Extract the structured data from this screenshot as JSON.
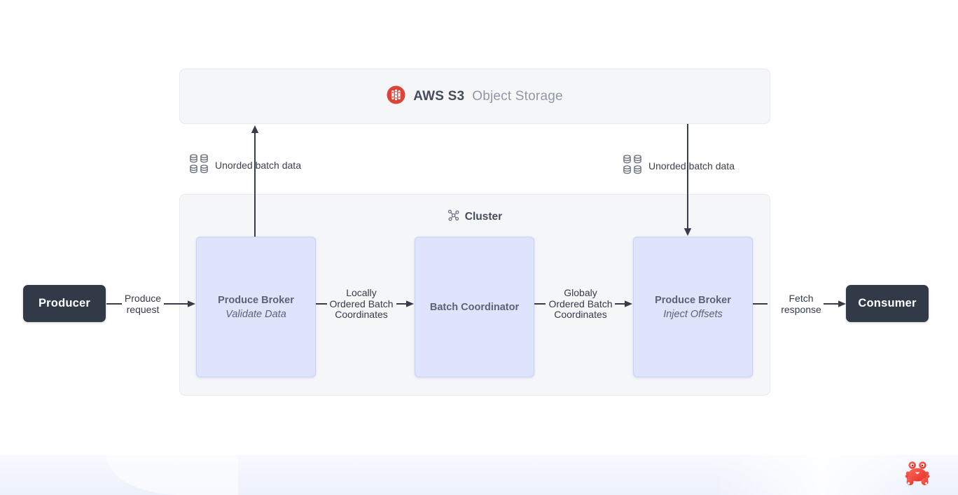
{
  "storage": {
    "title": "AWS S3",
    "subtitle": "Object Storage"
  },
  "cluster": {
    "title": "Cluster"
  },
  "batch_labels": {
    "left": "Unorded batch data",
    "right": "Unorded batch data"
  },
  "brokers": [
    {
      "title": "Produce Broker",
      "subtitle": "Validate Data"
    },
    {
      "title": "Batch Coordinator",
      "subtitle": ""
    },
    {
      "title": "Produce Broker",
      "subtitle": "Inject Offsets"
    }
  ],
  "endpoints": {
    "producer": "Producer",
    "consumer": "Consumer"
  },
  "edges": [
    {
      "lines": [
        "Produce",
        "request"
      ]
    },
    {
      "lines": [
        "Locally",
        "Ordered Batch",
        "Coordinates"
      ]
    },
    {
      "lines": [
        "Globaly",
        "Ordered Batch",
        "Coordinates"
      ]
    },
    {
      "lines": [
        "Fetch",
        "response"
      ]
    }
  ],
  "icons": {
    "storage": "s3-storage-icon",
    "cluster": "cluster-network-icon",
    "batch": "database-grid-icon",
    "mascot": "crab-icon"
  },
  "colors": {
    "accent_red": "#dc4437",
    "node_fill": "#dfe4fc",
    "node_border": "#c7d0f6",
    "panel_fill": "#f5f6f8",
    "panel_border": "#e9eaee",
    "endpoint_dark": "#323947",
    "arrow": "#373d49",
    "crab_red": "#ef4136"
  }
}
